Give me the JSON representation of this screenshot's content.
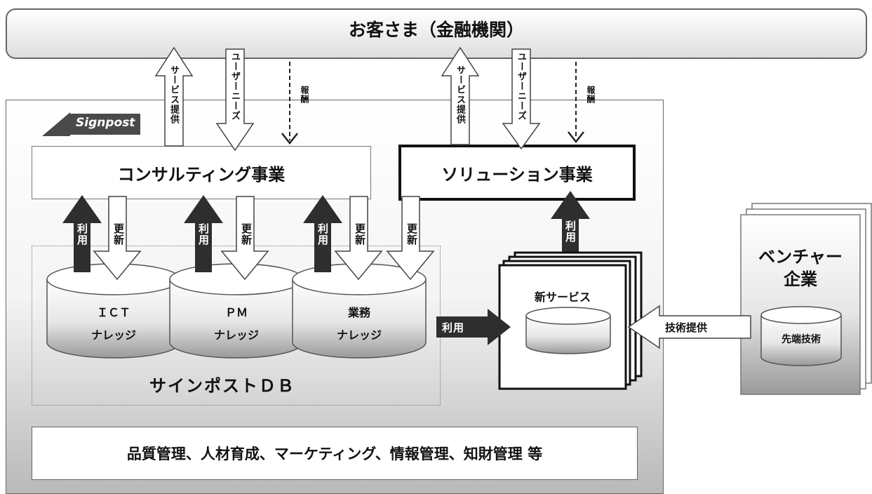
{
  "customer": "お客さま（金融機関）",
  "logo_text": "Signpost",
  "consulting": "コンサルティング事業",
  "solution": "ソリューション事業",
  "arrows": {
    "service": "サービス提供",
    "needs": "ユーザーニーズ",
    "fee": "報酬",
    "use": "利用",
    "update": "更新",
    "tech": "技術提供"
  },
  "knowledge": [
    {
      "line1": "ＩＣＴ",
      "line2": "ナレッジ"
    },
    {
      "line1": "ＰＭ",
      "line2": "ナレッジ"
    },
    {
      "line1": "業務",
      "line2": "ナレッジ"
    }
  ],
  "db_label": "サインポストＤＢ",
  "new_service": "新サービス",
  "venture": {
    "line1": "ベンチャー",
    "line2": "企業",
    "tech": "先端技術"
  },
  "bottom": "品質管理、人材育成、マーケティング、情報管理、知財管理 等"
}
